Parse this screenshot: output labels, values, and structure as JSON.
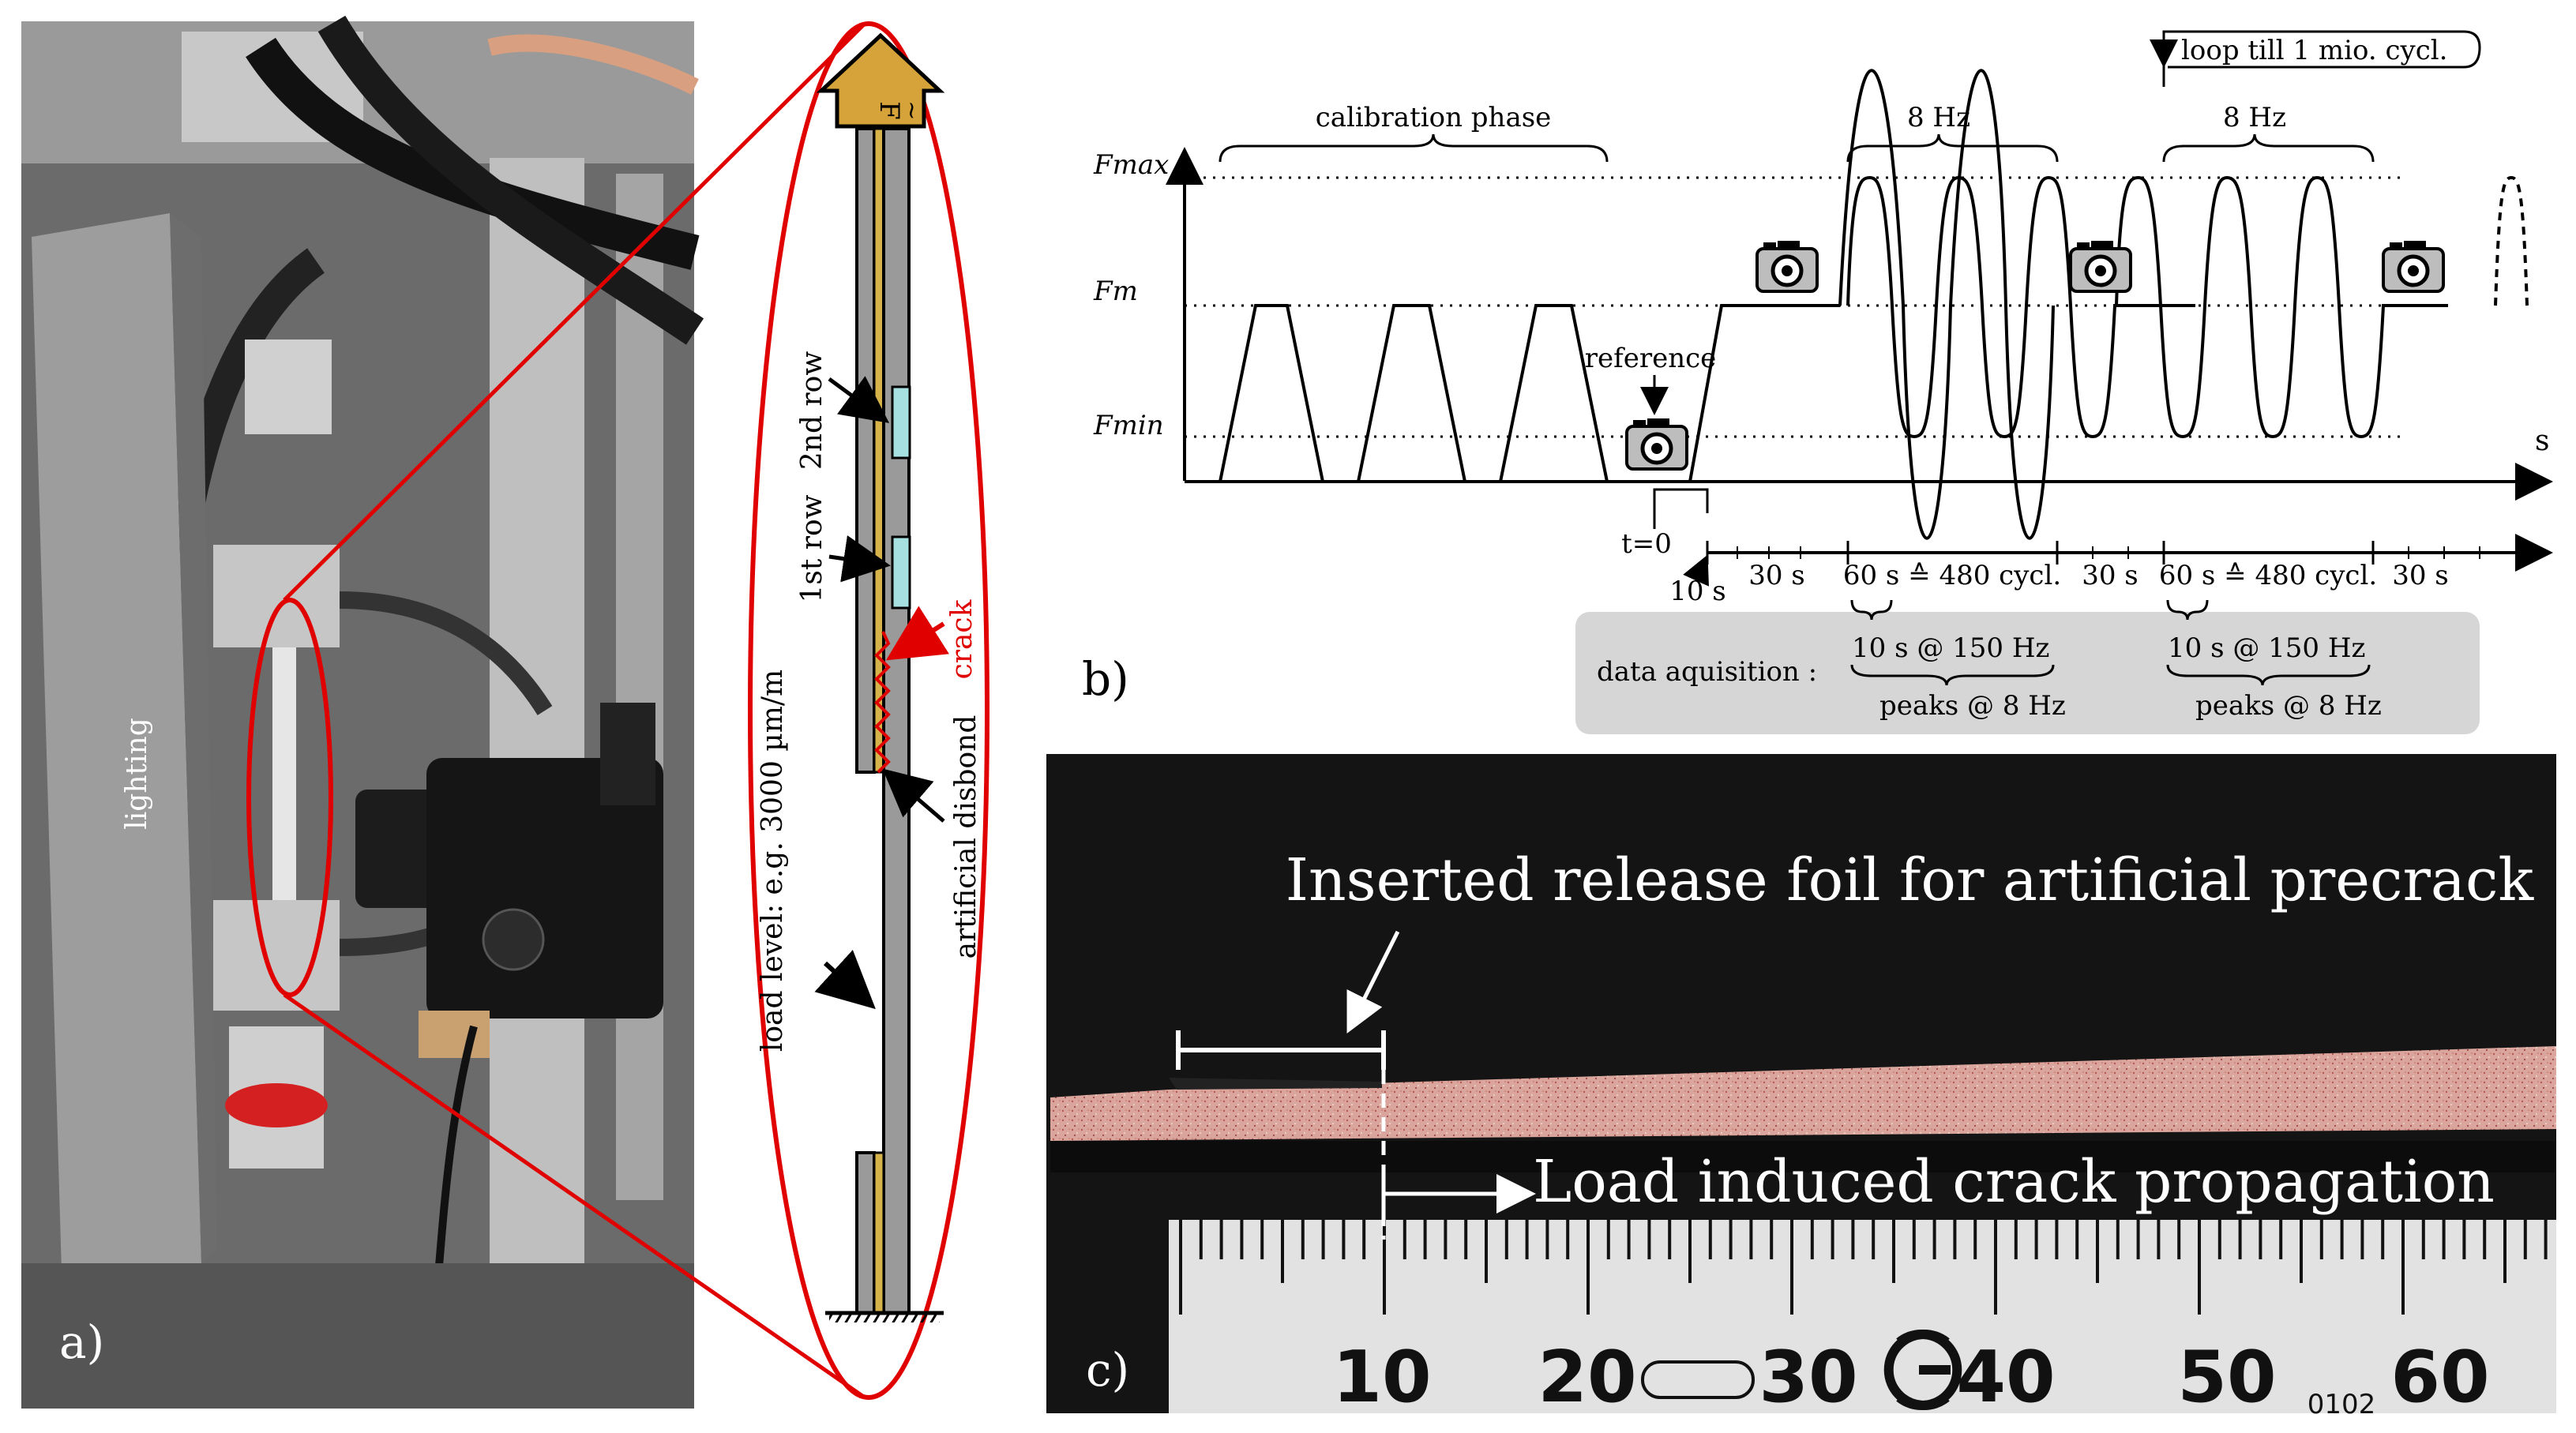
{
  "panel_a": {
    "label": "a)",
    "lighting_label": "lighting",
    "force_label": "F",
    "force_tilde": "~",
    "row2_label": "2nd row",
    "row1_label": "1st row",
    "crack_label": "crack",
    "disbond_label": "artificial disbond",
    "load_label": "load level: e.g. 3000 µm/m"
  },
  "panel_b": {
    "label": "b)",
    "loop_label": "loop till 1 mio. cycl.",
    "calibration_label": "calibration phase",
    "freq1_label": "8 Hz",
    "freq2_label": "8 Hz",
    "fmax_label": "Fmax",
    "fm_label": "Fm",
    "fmin_label": "Fmin",
    "s_axis_label": "s",
    "reference_label": "reference",
    "t0_label": "t=0",
    "t10_label": "10 s",
    "timeline": [
      "30 s",
      "60 s ≙ 480 cycl.",
      "30 s",
      "60 s ≙ 480 cycl.",
      "30 s"
    ],
    "acq_label": "data aquisition :",
    "acq_fast1": "10 s @ 150 Hz",
    "acq_peaks1": "peaks @ 8 Hz",
    "acq_fast2": "10 s @ 150 Hz",
    "acq_peaks2": "peaks @ 8 Hz"
  },
  "panel_c": {
    "label": "c)",
    "foil_label": "Inserted release foil for artificial precrack",
    "crack_label": "Load induced crack propagation",
    "ruler_numbers": [
      "10",
      "20",
      "30",
      "40",
      "50",
      "60"
    ],
    "ruler_extra": "0102"
  },
  "colors": {
    "red_outline": "#e00000",
    "adhesive": "#d6b24a",
    "sensor": "#a7e0e0",
    "specimen": "#d9a59c",
    "grey_box": "#d6d6d6"
  }
}
